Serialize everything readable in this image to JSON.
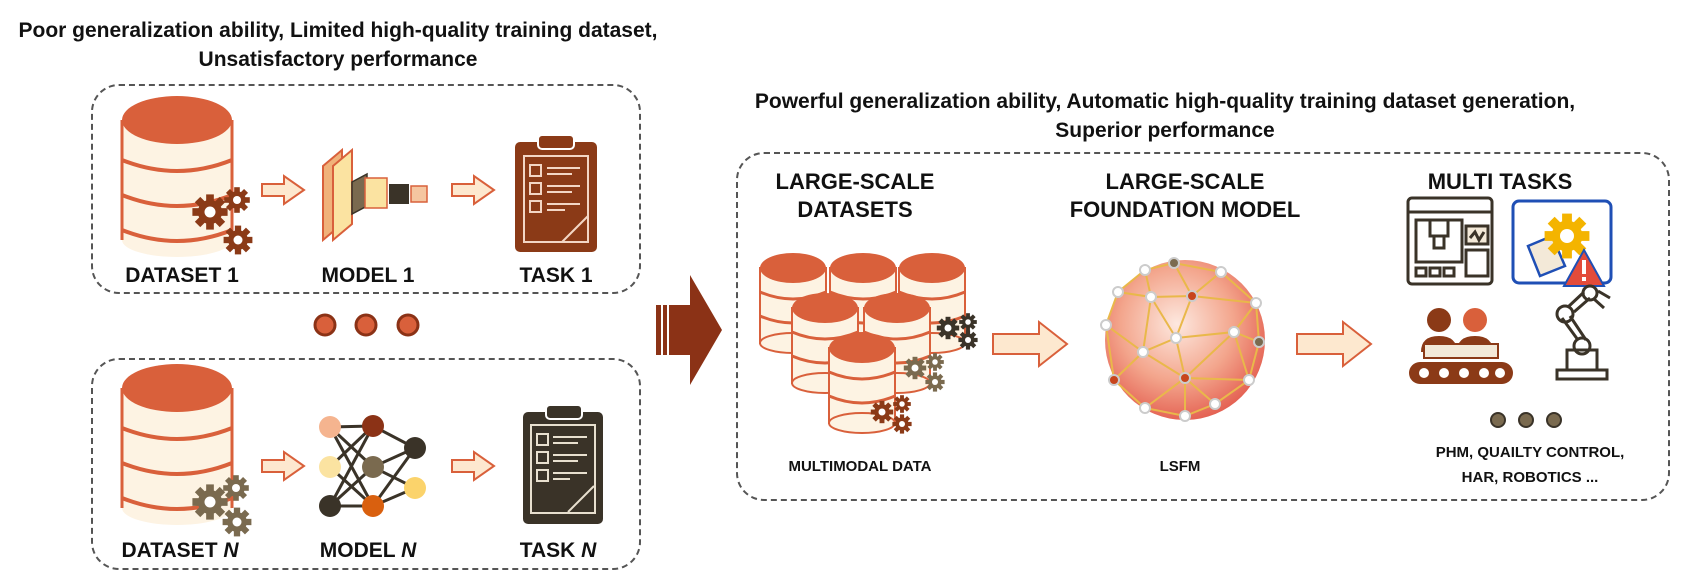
{
  "left_heading": {
    "line1": "Poor generalization ability, Limited high-quality training dataset,",
    "line2": "Unsatisfactory performance"
  },
  "right_heading": {
    "line1": "Powerful generalization ability, Automatic high-quality training dataset generation,",
    "line2": "Superior performance"
  },
  "pipeline_1": {
    "dataset": "DATASET 1",
    "model": "MODEL 1",
    "task": "TASK 1"
  },
  "pipeline_n": {
    "dataset_prefix": "DATASET ",
    "model_prefix": "MODEL ",
    "task_prefix": "TASK ",
    "index": "N"
  },
  "panel": {
    "datasets_title_1": "LARGE-SCALE",
    "datasets_title_2": "DATASETS",
    "datasets_caption": "MULTIMODAL DATA",
    "model_title_1": "LARGE-SCALE",
    "model_title_2": "FOUNDATION MODEL",
    "model_caption": "LSFM",
    "tasks_title": "MULTI TASKS",
    "tasks_caption_1": "PHM, QUAILTY CONTROL,",
    "tasks_caption_2": "HAR, ROBOTICS ..."
  },
  "colors": {
    "db_orange": "#d9603b",
    "db_cream": "#fdf3e3",
    "gear_brown": "#8b3a17",
    "gear_olive": "#7a6a4f",
    "clipboard_brown": "#8b3a17",
    "clipboard_dark": "#3a3328",
    "big_arrow": "#8b3216",
    "arrow_fill": "#fde8cf",
    "arrow_stroke": "#d9603b"
  },
  "icons": [
    "database-icon",
    "gear-icon",
    "cnn-icon",
    "neural-network-icon",
    "clipboard-icon",
    "globe-network-icon",
    "factory-machine-icon",
    "settings-warning-icon",
    "workers-conveyor-icon",
    "robot-arm-icon"
  ]
}
